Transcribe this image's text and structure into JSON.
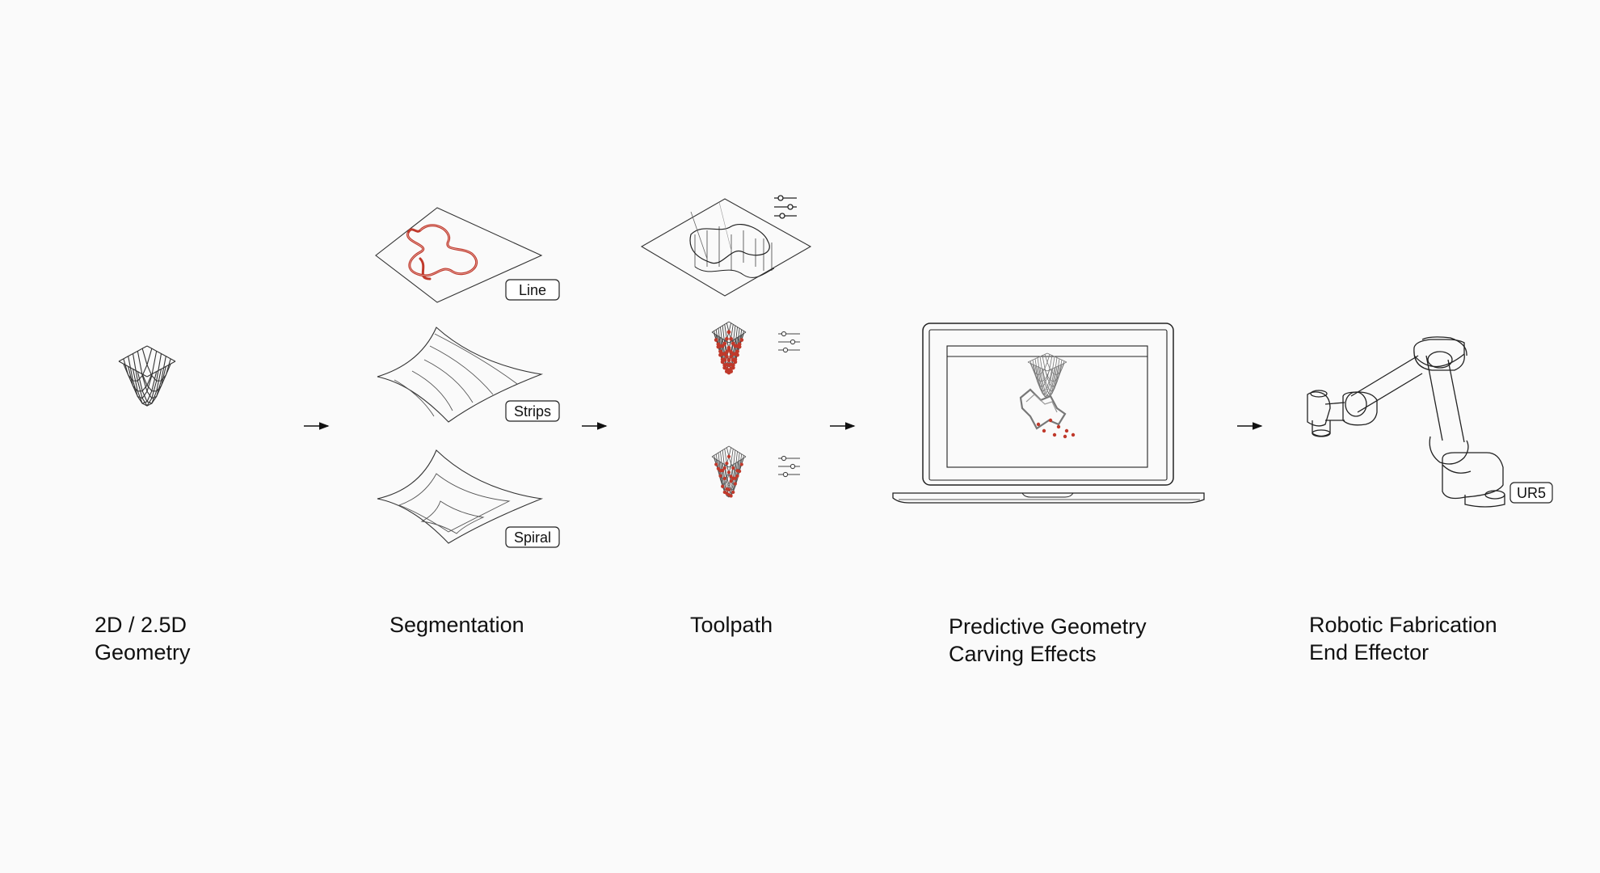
{
  "stages": [
    {
      "line1": "2D / 2.5D",
      "line2": "Geometry"
    },
    {
      "line1": "Segmentation",
      "line2": ""
    },
    {
      "line1": "Toolpath",
      "line2": ""
    },
    {
      "line1": "Predictive Geometry",
      "line2": "Carving Effects"
    },
    {
      "line1": "Robotic Fabrication",
      "line2": "End Effector"
    }
  ],
  "segmentation_tags": [
    "Line",
    "Strips",
    "Spiral"
  ],
  "robot_tag": "UR5",
  "arrow_glyph": "→",
  "colors": {
    "accent": "#c0392b",
    "ink": "#222222",
    "background": "#fafafa"
  }
}
